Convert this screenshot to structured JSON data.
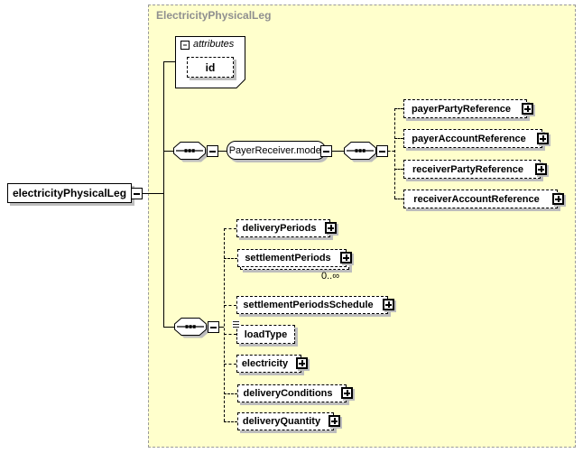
{
  "diagram": {
    "title": "ElectricityPhysicalLeg",
    "root_element": {
      "label": "electricityPhysicalLeg"
    },
    "attributes_box": {
      "header": "attributes",
      "items": [
        {
          "label": "id"
        }
      ]
    },
    "payer_receiver": {
      "model_group_label": "PayerReceiver.model",
      "children": [
        {
          "label": "payerPartyReference"
        },
        {
          "label": "payerAccountReference"
        },
        {
          "label": "receiverPartyReference"
        },
        {
          "label": "receiverAccountReference"
        }
      ]
    },
    "leg_children": [
      {
        "label": "deliveryPeriods"
      },
      {
        "label": "settlementPeriods",
        "occurrence": "0..∞"
      },
      {
        "label": "settlementPeriodsSchedule"
      },
      {
        "label": "loadType"
      },
      {
        "label": "electricity"
      },
      {
        "label": "deliveryConditions"
      },
      {
        "label": "deliveryQuantity"
      }
    ],
    "colors": {
      "container_bg": "#ffffcc",
      "container_border": "#9a9a9a",
      "title_color": "#8f8f8f",
      "shadow": "#bdbdbd",
      "box_border": "#000000"
    }
  }
}
